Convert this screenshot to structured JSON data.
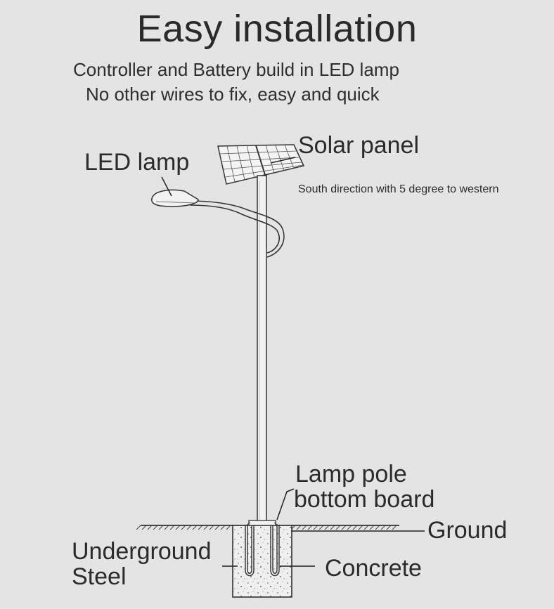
{
  "header": {
    "title": "Easy installation",
    "subtitle_line1": "Controller and Battery build in LED lamp",
    "subtitle_line2": "No other wires to fix, easy and quick"
  },
  "labels": {
    "led_lamp": "LED lamp",
    "solar_panel": "Solar panel",
    "solar_direction": "South direction with 5 degree to western",
    "lamp_pole_line1": "Lamp pole",
    "lamp_pole_line2": "bottom board",
    "ground": "Ground",
    "underground_line1": "Underground",
    "underground_line2": "Steel",
    "concrete": "Concrete"
  },
  "colors": {
    "background": "#e4e4e4",
    "line": "#333333",
    "text": "#2b2b2b"
  }
}
